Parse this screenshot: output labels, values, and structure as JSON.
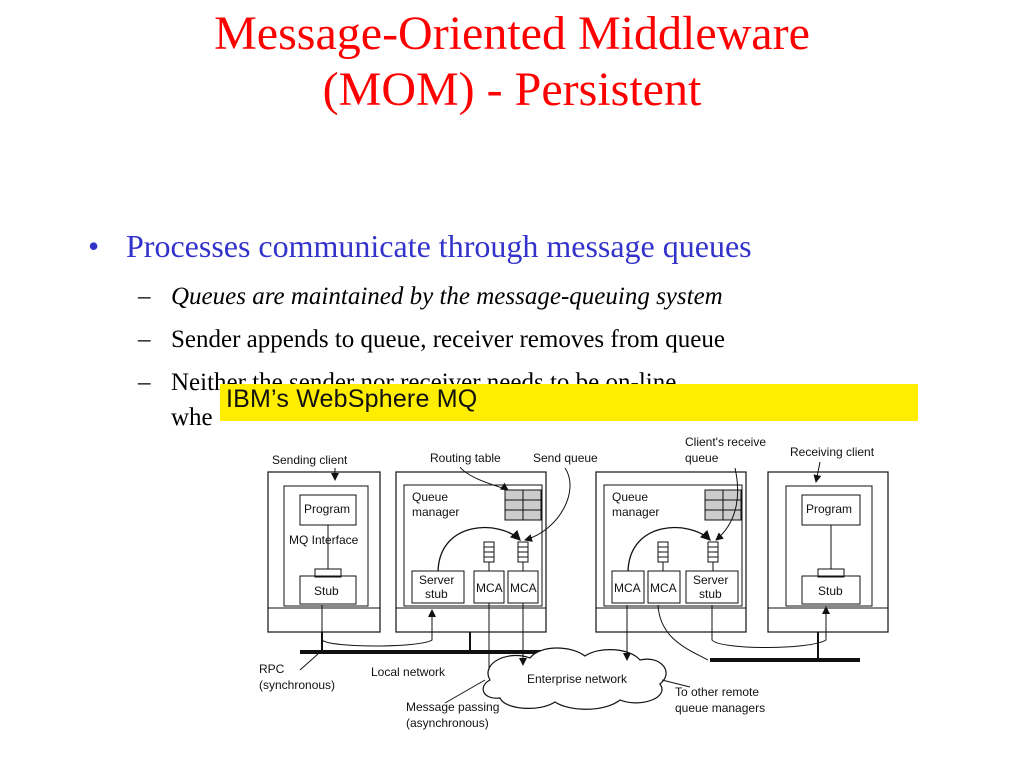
{
  "slide": {
    "title_line1": "Message-Oriented Middleware",
    "title_line2": "(MOM) - Persistent",
    "bullet": "Processes communicate through message queues",
    "sub1": "Queues are maintained by the message-queuing system",
    "sub2": "Sender appends to queue, receiver removes from queue",
    "sub3_line1": "Neither the sender nor receiver needs to be on-line",
    "sub3_line2": "whe",
    "banner": "IBM’s WebSphere MQ"
  },
  "diagram": {
    "sending_client": "Sending client",
    "program_left": "Program",
    "mq_interface": "MQ Interface",
    "stub_left": "Stub",
    "routing_table": "Routing table",
    "send_queue": "Send queue",
    "queue_manager_left_1": "Queue",
    "queue_manager_left_2": "manager",
    "server_stub_left_1": "Server",
    "server_stub_left_2": "stub",
    "mca_1": "MCA",
    "mca_2": "MCA",
    "clients_receive_queue_1": "Client's receive",
    "clients_receive_queue_2": "queue",
    "queue_manager_right_1": "Queue",
    "queue_manager_right_2": "manager",
    "mca_3": "MCA",
    "mca_4": "MCA",
    "server_stub_right_1": "Server",
    "server_stub_right_2": "stub",
    "receiving_client": "Receiving client",
    "program_right": "Program",
    "stub_right": "Stub",
    "rpc_1": "RPC",
    "rpc_2": "(synchronous)",
    "local_network": "Local network",
    "enterprise_network": "Enterprise network",
    "message_passing_1": "Message passing",
    "message_passing_2": "(asynchronous)",
    "remote_qm_1": "To other remote",
    "remote_qm_2": "queue managers"
  }
}
